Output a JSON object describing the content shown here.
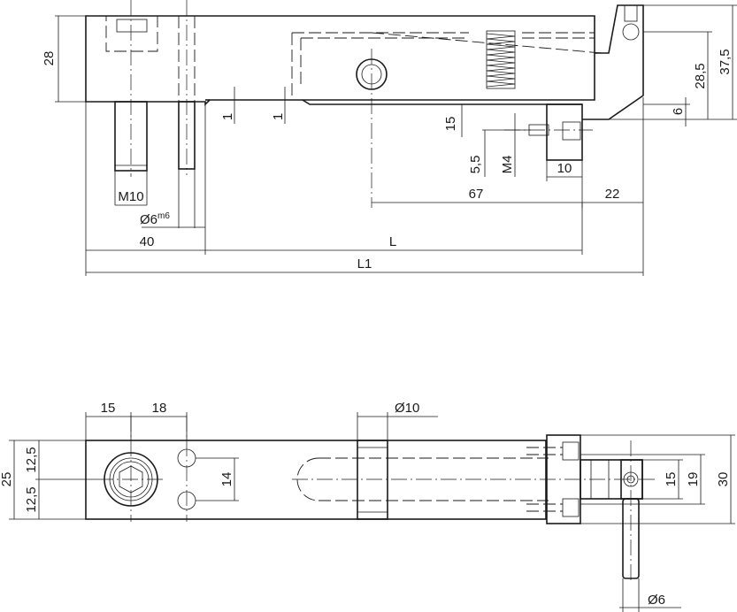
{
  "side_view": {
    "dims": {
      "d28": "28",
      "d1a": "1",
      "d1b": "1",
      "d15": "15",
      "d55": "5,5",
      "dM4": "M4",
      "d10": "10",
      "d67": "67",
      "d22": "22",
      "d6": "6",
      "d285": "28,5",
      "d375": "37,5",
      "dM10": "M10",
      "d6m6": "Ø6",
      "d6m6_sup": "m6",
      "d40": "40",
      "dL": "L",
      "dL1": "L1"
    }
  },
  "top_view": {
    "dims": {
      "d15": "15",
      "d18": "18",
      "d10": "Ø10",
      "d25": "25",
      "d125a": "12,5",
      "d125b": "12,5",
      "d14": "14",
      "d15b": "15",
      "d19": "19",
      "d30": "30",
      "d6": "Ø6"
    }
  }
}
